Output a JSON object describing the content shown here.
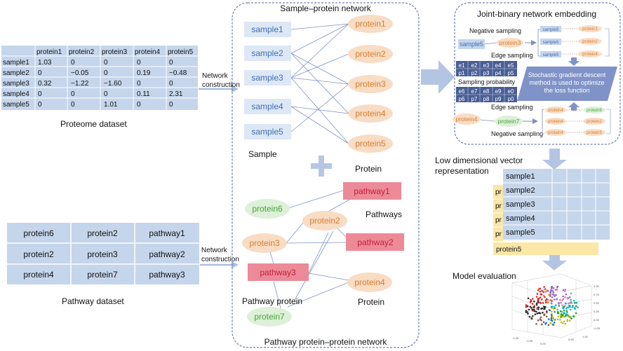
{
  "proteome": {
    "col_headers": [
      "protein1",
      "protein2",
      "protein3",
      "protein4",
      "protein5"
    ],
    "rows": [
      {
        "label": "sample1",
        "values": [
          "1.03",
          "0",
          "0",
          "0",
          "0"
        ]
      },
      {
        "label": "sample2",
        "values": [
          "0",
          "−0.05",
          "0",
          "0.19",
          "−0.48"
        ]
      },
      {
        "label": "sample3",
        "values": [
          "0.32",
          "−1.22",
          "−1.60",
          "0",
          "0"
        ]
      },
      {
        "label": "sample4",
        "values": [
          "0",
          "0",
          "0",
          "0.11",
          "2.31"
        ]
      },
      {
        "label": "sample5",
        "values": [
          "0",
          "0",
          "1.01",
          "0",
          "0"
        ]
      }
    ],
    "caption": "Proteome dataset"
  },
  "pathway_table": {
    "rows": [
      [
        "protein6",
        "protein2",
        "pathway1"
      ],
      [
        "protein2",
        "protein3",
        "pathway2"
      ],
      [
        "protein4",
        "protein7",
        "pathway3"
      ]
    ],
    "caption": "Pathway dataset"
  },
  "arrows": {
    "network_construction_line1": "Network",
    "network_construction_line2": "construction"
  },
  "sp_network": {
    "title": "Sample–protein network",
    "samples": [
      "sample1",
      "sample2",
      "sample3",
      "sample4",
      "sample5"
    ],
    "proteins": [
      "protein1",
      "protein2",
      "protein3",
      "protein4",
      "protein5"
    ],
    "sample_label": "Sample",
    "protein_label": "Protein"
  },
  "pp_network": {
    "title": "Pathway protein–protein network",
    "pathway1": "pathway1",
    "pathway2": "pathway2",
    "pathway3": "pathway3",
    "protein6": "protein6",
    "protein2": "protein2",
    "protein3": "protein3",
    "protein4": "protein4",
    "protein7": "protein7",
    "pathways_label": "Pathways",
    "pathway_protein_label": "Pathway protein",
    "protein_label": "Protein"
  },
  "embedding": {
    "title": "Joint-binary network embedding",
    "negative_sampling": "Negative sampling",
    "edge_sampling": "Edge sampling",
    "sampling_probability": "Sampling probability",
    "sample5": "sample5",
    "protein3": "protein3",
    "protein7": "protein7",
    "protein4": "protein4",
    "neg_top": [
      "sample5",
      "protein1",
      "sample5",
      "protein2",
      "sample5",
      "protein4"
    ],
    "neg_bottom": [
      "protein4",
      "protein6",
      "protein4",
      "protein2",
      "protein4",
      "protein3"
    ],
    "edges_top": [
      "e1",
      "e2",
      "e3",
      "e4",
      "e5"
    ],
    "probs_top": [
      "p1",
      "p2",
      "p3",
      "p4",
      "p5"
    ],
    "edges_bottom": [
      "e6",
      "e7",
      "e8",
      "e9",
      "e0"
    ],
    "probs_bottom": [
      "p6",
      "p7",
      "p8",
      "p9",
      "p0"
    ],
    "sgd_line1": "Stochastic gradient descent",
    "sgd_line2": "method is used to optimize",
    "sgd_line3": "the loss function"
  },
  "lowdim": {
    "label_line1": "Low dimensional vector",
    "label_line2": "representation",
    "samples": [
      "sample1",
      "sample2",
      "sample3",
      "sample4",
      "sample5"
    ],
    "protein_stub": "pr",
    "protein5": "protein5"
  },
  "evaluation": {
    "label": "Model evaluation"
  },
  "colors": {
    "table_blue": "#c5d5ec",
    "sample_blue": "#dde7f5",
    "sample_text": "#3f6fb5",
    "protein_orange": "#f8dcc4",
    "protein_text": "#d6802f",
    "protein_green_fill": "#ddf0d8",
    "protein_green_text": "#4aa33a",
    "pathway_fill": "#ed8a98",
    "pathway_text": "#c41e3a",
    "yellow": "#fbe7a6",
    "arrow_blue": "#a9bde0",
    "dashed_border": "#4b62a8"
  }
}
